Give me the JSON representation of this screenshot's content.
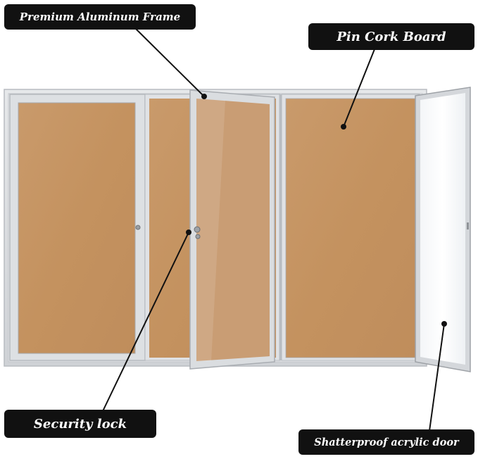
{
  "labels": {
    "frame": "Premium Aluminum Frame",
    "cork": "Pin Cork Board",
    "lock": "Security lock",
    "acrylic": "Shatterproof acrylic door"
  },
  "colors": {
    "label_bg": "#111111",
    "label_text": "#ffffff",
    "cork": "#c9996a",
    "frame": "#d6d8db"
  }
}
